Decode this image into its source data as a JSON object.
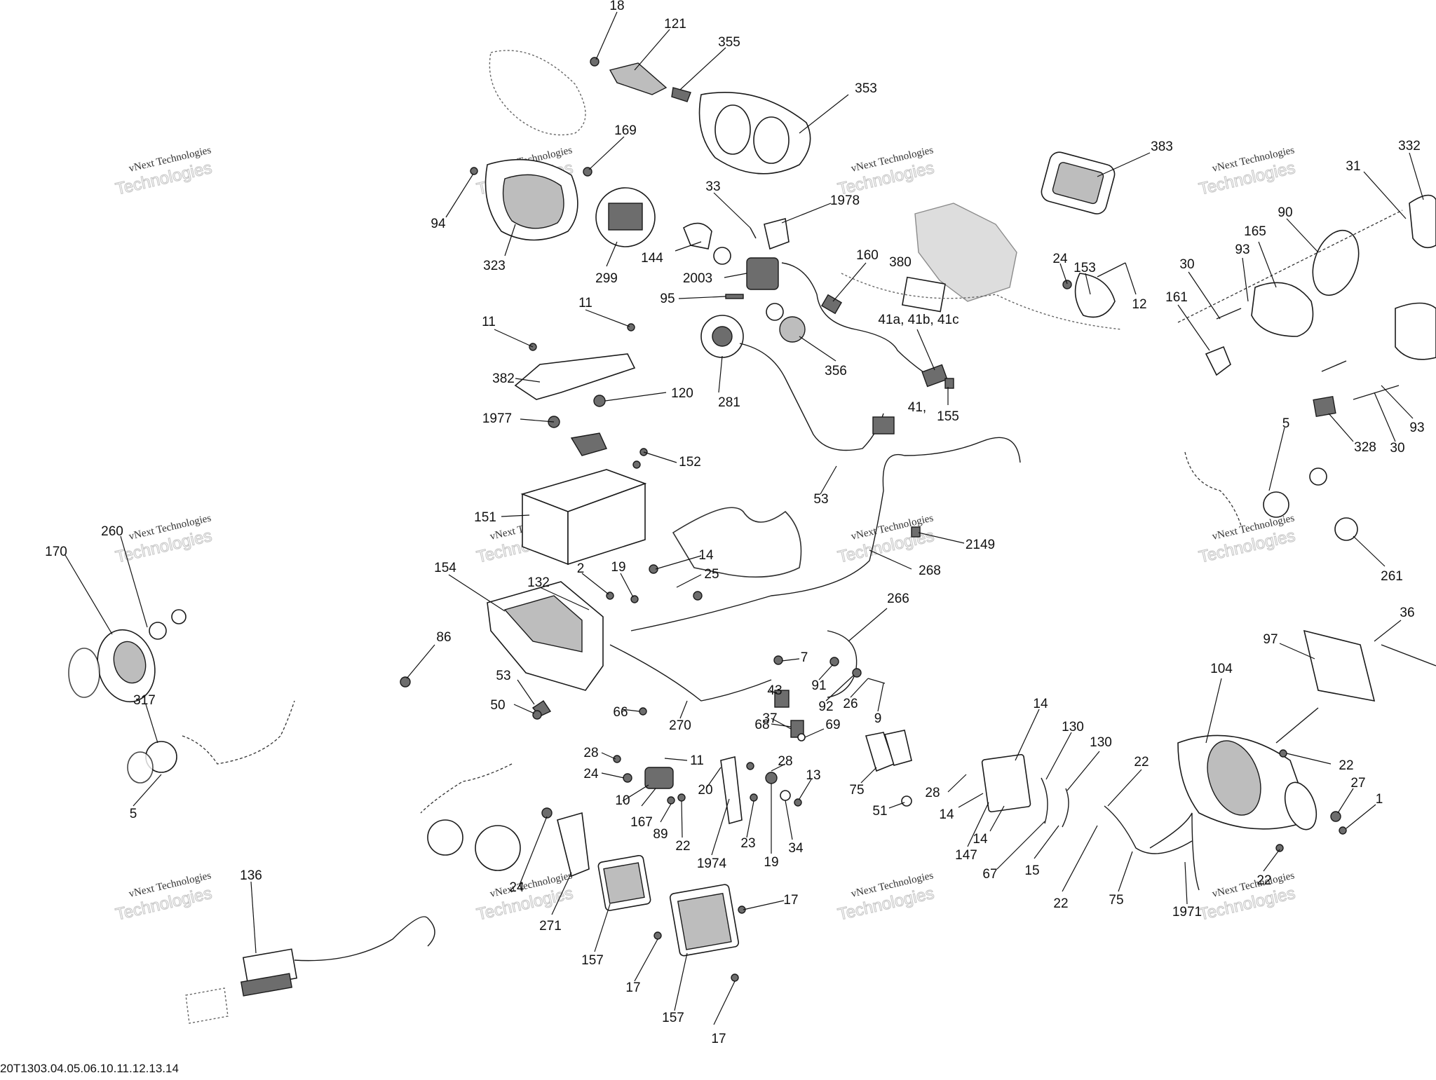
{
  "diagram": {
    "document_reference": "20T1303.04.05.06.10.11.12.13.14",
    "watermark": {
      "line1": "vNext Technologies",
      "line2": "Technologies"
    },
    "callouts": [
      "18",
      "121",
      "355",
      "353",
      "169",
      "94",
      "323",
      "299",
      "383",
      "332",
      "31",
      "33",
      "1978",
      "144",
      "2003",
      "160",
      "380",
      "24",
      "153",
      "90",
      "165",
      "12",
      "93",
      "30",
      "161",
      "95",
      "11",
      "11",
      "356",
      "41a, 41b, 41c",
      "41,",
      "155",
      "382",
      "120",
      "281",
      "328",
      "30",
      "93",
      "5",
      "1977",
      "53",
      "152",
      "151",
      "2149",
      "260",
      "170",
      "14",
      "25",
      "268",
      "154",
      "2",
      "19",
      "132",
      "266",
      "261",
      "36",
      "97",
      "86",
      "7",
      "91",
      "92",
      "26",
      "9",
      "53",
      "43",
      "50",
      "66",
      "270",
      "68",
      "69",
      "37",
      "317",
      "28",
      "11",
      "28",
      "24",
      "20",
      "13",
      "10",
      "167",
      "89",
      "22",
      "23",
      "19",
      "34",
      "1974",
      "14",
      "130",
      "130",
      "22",
      "104",
      "22",
      "27",
      "1",
      "28",
      "14",
      "14",
      "147",
      "67",
      "15",
      "22",
      "75",
      "1971",
      "75",
      "51",
      "5",
      "136",
      "24",
      "271",
      "157",
      "17",
      "17",
      "157",
      "17",
      "22"
    ]
  }
}
